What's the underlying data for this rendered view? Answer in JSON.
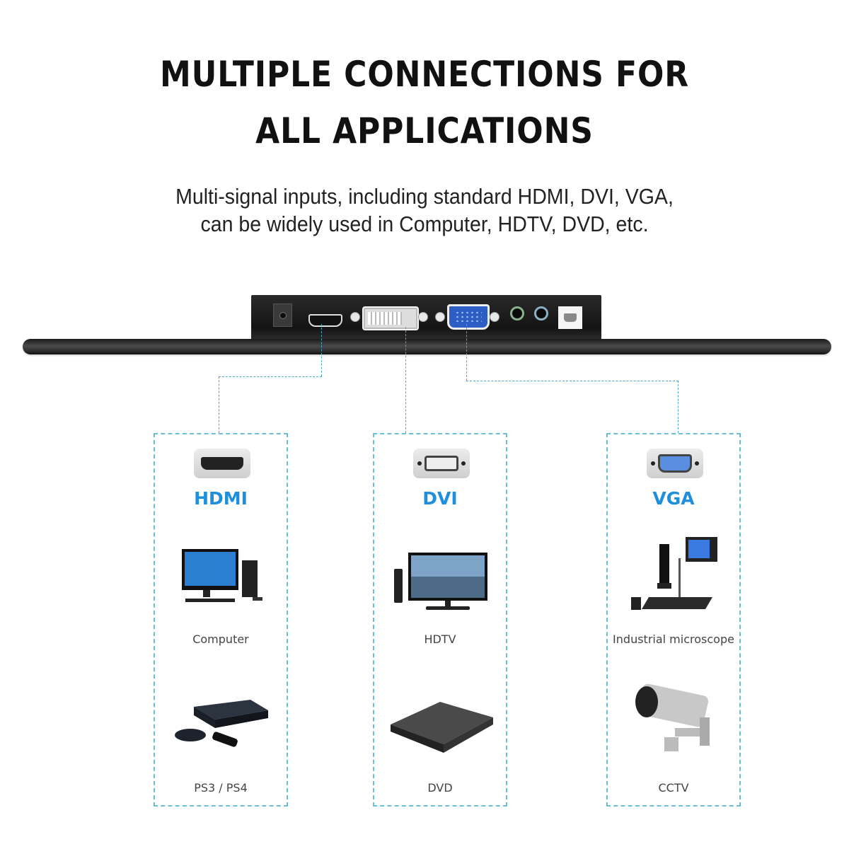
{
  "header": {
    "title_line1": "MULTIPLE CONNECTIONS FOR",
    "title_line2": "ALL APPLICATIONS",
    "subtitle_line1": "Multi-signal inputs, including standard HDMI, DVI, VGA,",
    "subtitle_line2": "can be widely used in Computer, HDTV, DVD, etc."
  },
  "device_ports": [
    "dc-power",
    "hdmi",
    "dvi",
    "vga",
    "audio-green",
    "audio-blue",
    "usb-b"
  ],
  "colors": {
    "accent_blue": "#1e8fdb",
    "dashed_line": "#4aa8c8",
    "panel": "#1a1a1a"
  },
  "cards": [
    {
      "label": "HDMI",
      "icon": "hdmi-connector-icon",
      "devices": [
        {
          "label": "Computer",
          "icon": "desktop-computer-icon"
        },
        {
          "label": "PS3 / PS4",
          "icon": "game-console-icon"
        }
      ]
    },
    {
      "label": "DVI",
      "icon": "dvi-connector-icon",
      "devices": [
        {
          "label": "HDTV",
          "icon": "tv-icon"
        },
        {
          "label": "DVD",
          "icon": "dvd-drive-icon"
        }
      ]
    },
    {
      "label": "VGA",
      "icon": "vga-connector-icon",
      "devices": [
        {
          "label": "Industrial microscope",
          "icon": "microscope-icon"
        },
        {
          "label": "CCTV",
          "icon": "cctv-camera-icon"
        }
      ]
    }
  ]
}
